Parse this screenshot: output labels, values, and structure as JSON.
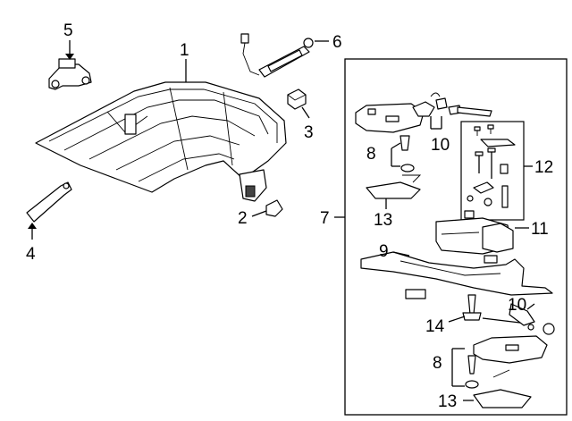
{
  "callouts": {
    "c1": "1",
    "c2": "2",
    "c3": "3",
    "c4": "4",
    "c5": "5",
    "c6": "6",
    "c7": "7",
    "c8a": "8",
    "c8b": "8",
    "c9": "9",
    "c10a": "10",
    "c10b": "10",
    "c11": "11",
    "c12": "12",
    "c13a": "13",
    "c13b": "13",
    "c14": "14"
  },
  "icons": {
    "top_frame": "convertible-top-frame-illustration",
    "sensor": "sensor-bracket-illustration",
    "strut": "gas-strut-illustration",
    "pad": "bumper-pad-illustration",
    "latch_cover": "latch-cover-illustration",
    "bracket": "side-bracket-illustration",
    "hydraulic_assembly": "hydraulic-pump-assembly-illustration"
  }
}
